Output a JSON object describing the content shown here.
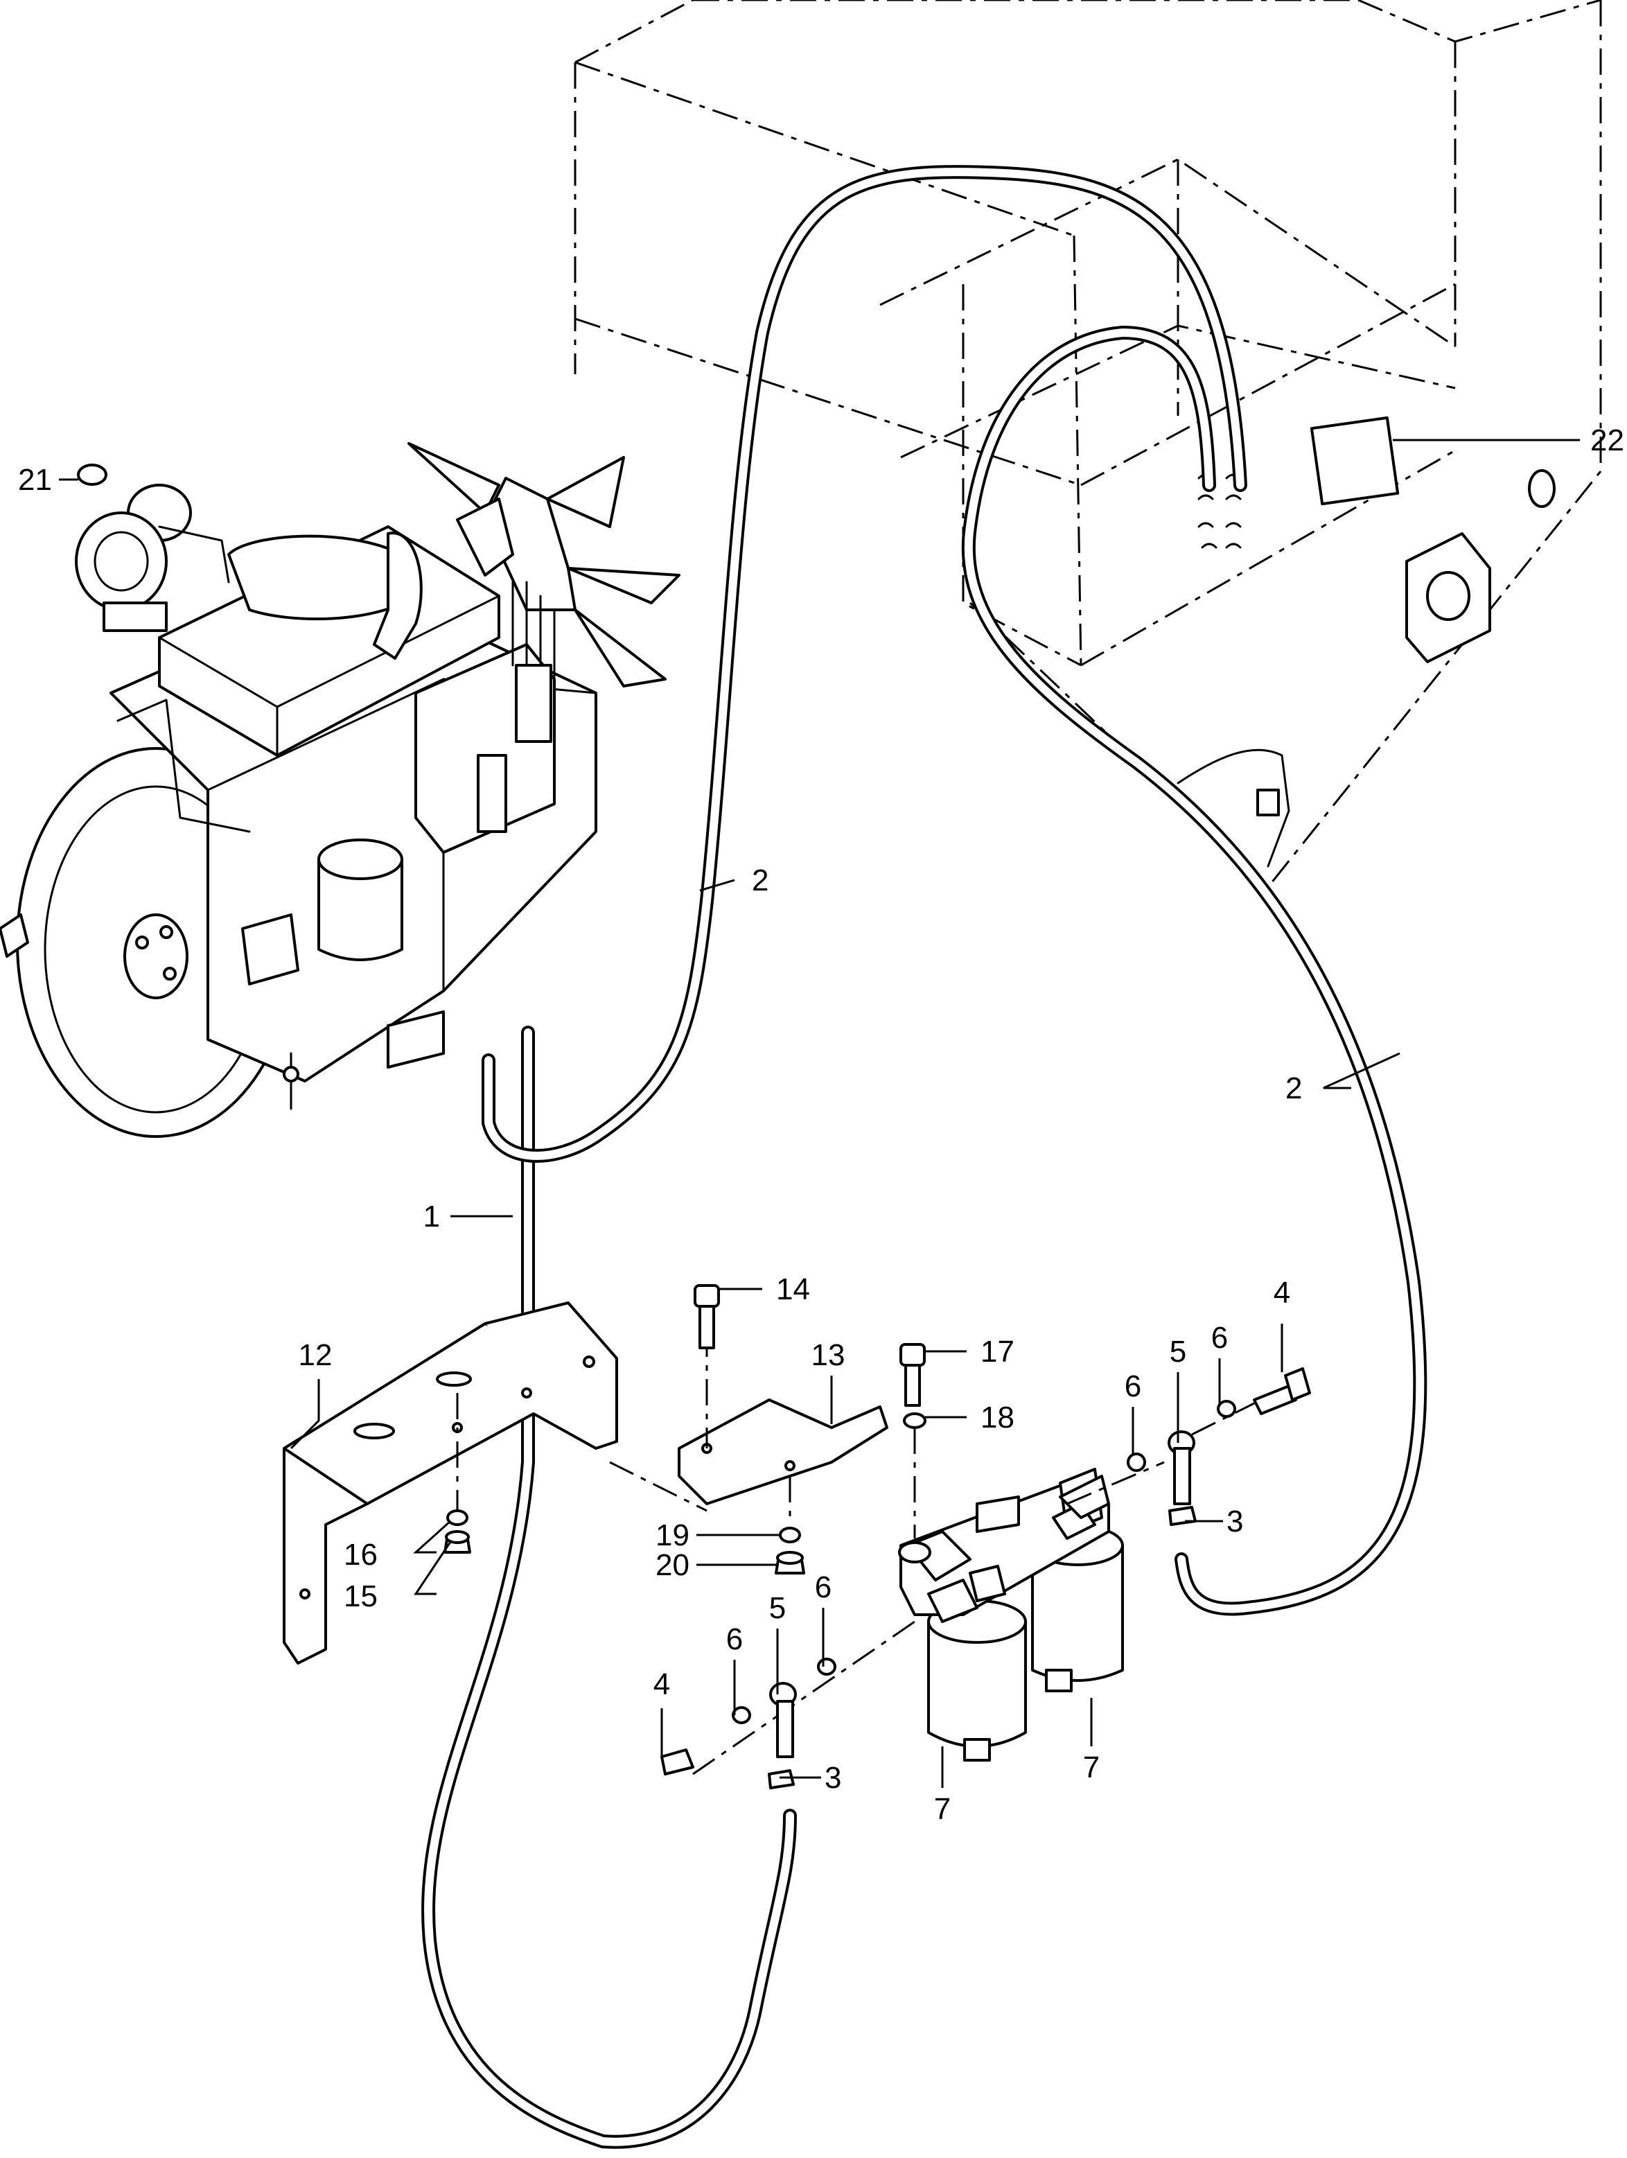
{
  "diagram": {
    "callouts": [
      {
        "id": "c1",
        "text": "1"
      },
      {
        "id": "c2a",
        "text": "2"
      },
      {
        "id": "c2b",
        "text": "2"
      },
      {
        "id": "c3a",
        "text": "3"
      },
      {
        "id": "c3b",
        "text": "3"
      },
      {
        "id": "c4a",
        "text": "4"
      },
      {
        "id": "c4b",
        "text": "4"
      },
      {
        "id": "c5a",
        "text": "5"
      },
      {
        "id": "c5b",
        "text": "5"
      },
      {
        "id": "c6a",
        "text": "6"
      },
      {
        "id": "c6b",
        "text": "6"
      },
      {
        "id": "c6c",
        "text": "6"
      },
      {
        "id": "c6d",
        "text": "6"
      },
      {
        "id": "c7a",
        "text": "7"
      },
      {
        "id": "c7b",
        "text": "7"
      },
      {
        "id": "c12",
        "text": "12"
      },
      {
        "id": "c13",
        "text": "13"
      },
      {
        "id": "c14",
        "text": "14"
      },
      {
        "id": "c15",
        "text": "15"
      },
      {
        "id": "c16",
        "text": "16"
      },
      {
        "id": "c17",
        "text": "17"
      },
      {
        "id": "c18",
        "text": "18"
      },
      {
        "id": "c19",
        "text": "19"
      },
      {
        "id": "c20",
        "text": "20"
      },
      {
        "id": "c21",
        "text": "21"
      },
      {
        "id": "c22",
        "text": "22"
      }
    ]
  }
}
